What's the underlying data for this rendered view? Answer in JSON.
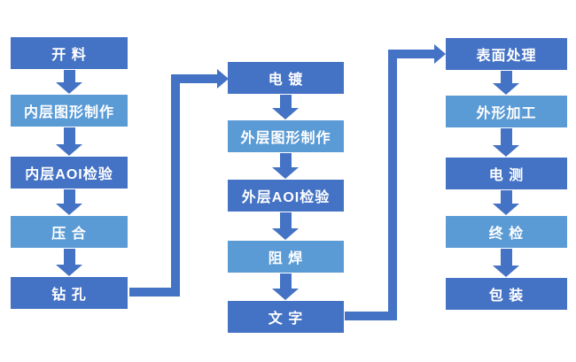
{
  "diagram": {
    "description_kind": "process-flowchart",
    "columns": [
      {
        "steps": [
          {
            "label": "开 料",
            "tone": "dark"
          },
          {
            "label": "内层图形制作",
            "tone": "light"
          },
          {
            "label": "内层AOI检验",
            "tone": "dark"
          },
          {
            "label": "压 合",
            "tone": "light"
          },
          {
            "label": "钻 孔",
            "tone": "dark"
          }
        ]
      },
      {
        "steps": [
          {
            "label": "电 镀",
            "tone": "dark"
          },
          {
            "label": "外层图形制作",
            "tone": "light"
          },
          {
            "label": "外层AOI检验",
            "tone": "dark"
          },
          {
            "label": "阻 焊",
            "tone": "light"
          },
          {
            "label": "文 字",
            "tone": "dark"
          }
        ]
      },
      {
        "steps": [
          {
            "label": "表面处理",
            "tone": "dark"
          },
          {
            "label": "外形加工",
            "tone": "light"
          },
          {
            "label": "电 测",
            "tone": "dark"
          },
          {
            "label": "终 检",
            "tone": "light"
          },
          {
            "label": "包 装",
            "tone": "dark"
          }
        ]
      }
    ],
    "connectors": [
      {
        "from": "钻 孔",
        "to": "电 镀"
      },
      {
        "from": "文 字",
        "to": "表面处理"
      }
    ]
  },
  "colors": {
    "dark_box": "#4472C4",
    "light_box": "#5B9BD5",
    "arrow": "#4472C4",
    "background": "#FFFFFF"
  }
}
